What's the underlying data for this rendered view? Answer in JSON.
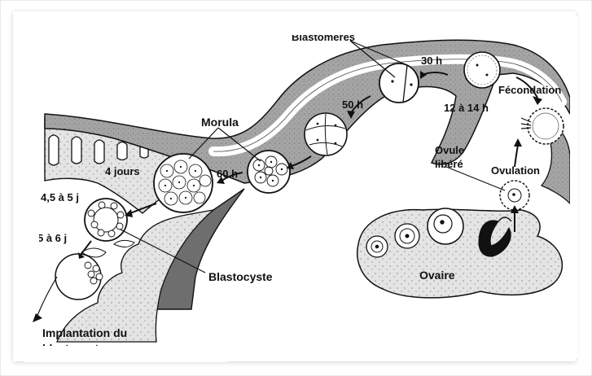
{
  "labels": {
    "top_cut": "Blastomères",
    "morula": "Morula",
    "h30": "30 h",
    "fecondation": "Fécondation",
    "h50": "50 h",
    "h12_14": "12 à 14 h",
    "ovule_line1": "Ovule",
    "ovule_line2": "libéré",
    "ovulation": "Ovulation",
    "quatre_jours": "4 jours",
    "h60": "60 h",
    "j45_5": "4,5 à 5 j",
    "j5_6": "5 à 6 j",
    "blastocyste": "Blastocyste",
    "ovaire": "Ovaire",
    "implantation_line1": "Implantation du",
    "implantation_line2": "blastocyste"
  },
  "colors": {
    "tube_fill": "#a8a8a8",
    "tissue_fill": "#e6e6e6",
    "ink": "#111111",
    "dark_wall": "#6e6e6e"
  }
}
